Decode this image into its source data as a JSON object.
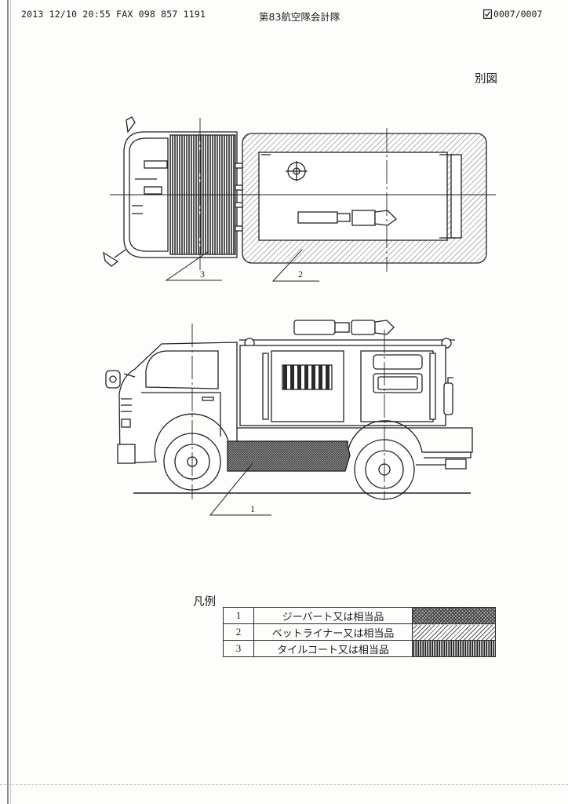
{
  "header": {
    "fax_info": "2013 12/10 20:55 FAX 098 857 1191",
    "sender": "第83航空隊会計隊",
    "page": "0007/0007",
    "page_icon": "fax-page-icon"
  },
  "figure_label": "別図",
  "drawing": {
    "callouts": {
      "tile_coat": "3",
      "bed_liner": "2",
      "undercoat": "1"
    }
  },
  "legend": {
    "title": "凡例",
    "rows": [
      {
        "no": "1",
        "text": "ジーバート又は相当品"
      },
      {
        "no": "2",
        "text": "ベットライナー又は相当品"
      },
      {
        "no": "3",
        "text": "タイルコート又は相当品"
      }
    ]
  }
}
